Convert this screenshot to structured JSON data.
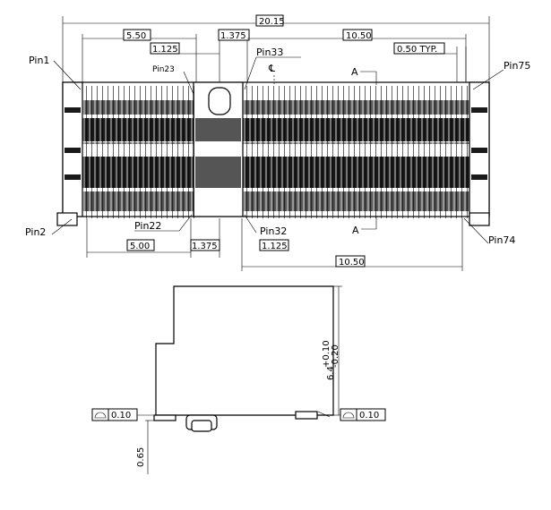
{
  "top_view": {
    "dimensions": {
      "overall": "20.15",
      "left_span": "5.50",
      "center_gap_top": "1.375",
      "right_span_top": "10.50",
      "pitch": "0.50 TYP.",
      "left_offset": "1.125",
      "bottom_left": "5.00",
      "center_gap_bottom": "1.375",
      "bottom_right_small": "1.125",
      "bottom_right": "10.50"
    },
    "pins": {
      "pin1": "Pin1",
      "pin2": "Pin2",
      "pin22": "Pin22",
      "pin23": "Pin23",
      "pin32": "Pin32",
      "pin33": "Pin33",
      "pin74": "Pin74",
      "pin75": "Pin75"
    },
    "section_top": "A",
    "section_bottom": "A",
    "centerline": "℄"
  },
  "side_view": {
    "height_main": "6.4",
    "height_tol_plus": "+0.10",
    "height_tol_minus": "-0.20",
    "standoff": "0.65",
    "flatness_left": "0.10",
    "flatness_right": "0.10"
  }
}
